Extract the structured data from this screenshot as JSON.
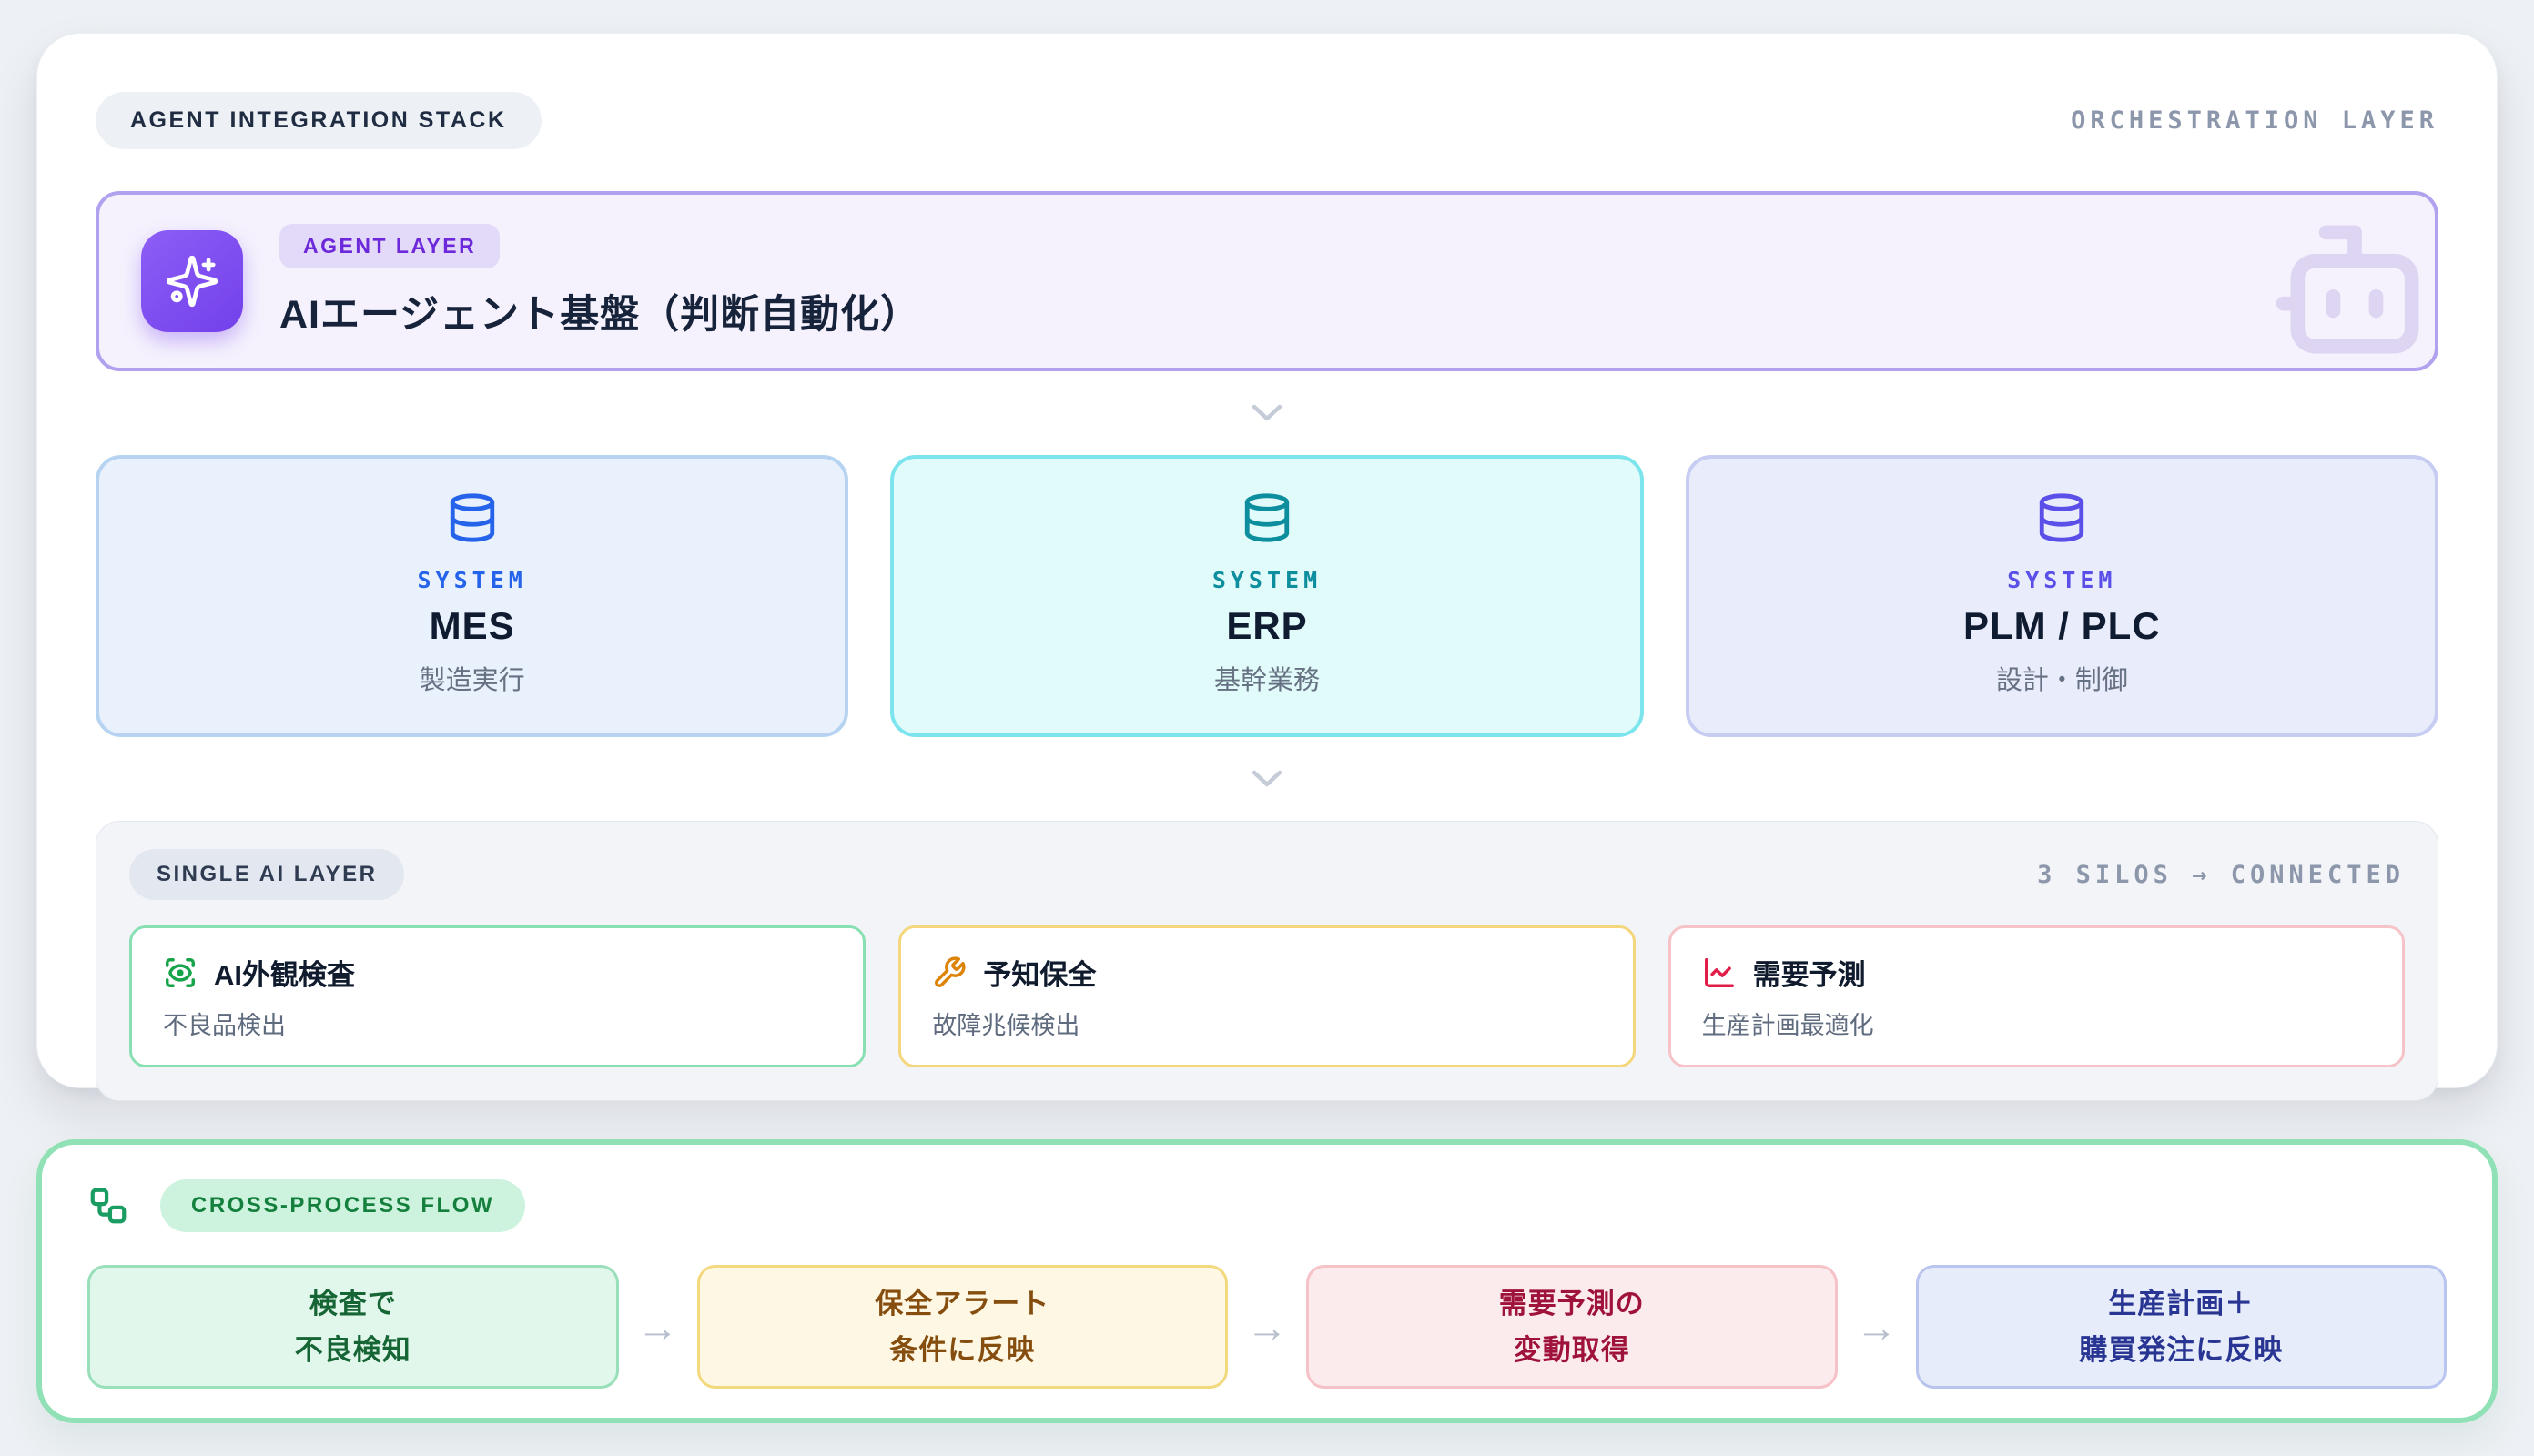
{
  "header": {
    "stack_badge": "AGENT INTEGRATION STACK",
    "orchestration_label": "ORCHESTRATION LAYER"
  },
  "agent_layer": {
    "badge": "AGENT LAYER",
    "title": "AIエージェント基盤（判断自動化）",
    "icon": "sparkles-icon",
    "watermark_icon": "robot-icon",
    "accent": "#7c4ff0",
    "bg": "#f5f2fd",
    "border": "#b2a1ee"
  },
  "systems": [
    {
      "label": "SYSTEM",
      "name": "MES",
      "subtitle": "製造実行",
      "icon": "database-icon",
      "accent": "#2563eb",
      "bg": "#e9f1fc",
      "border": "#b7d3f2"
    },
    {
      "label": "SYSTEM",
      "name": "ERP",
      "subtitle": "基幹業務",
      "icon": "database-icon",
      "accent": "#0c8e9f",
      "bg": "#e0fbf9",
      "border": "#7ce4ec"
    },
    {
      "label": "SYSTEM",
      "name": "PLM / PLC",
      "subtitle": "設計・制御",
      "icon": "database-icon",
      "accent": "#5a4fe8",
      "bg": "#e9ecfb",
      "border": "#c6ccf2"
    }
  ],
  "single_ai_layer": {
    "badge": "SINGLE AI LAYER",
    "status": "3 SILOS → CONNECTED",
    "cards": [
      {
        "title": "AI外観検査",
        "subtitle": "不良品検出",
        "icon": "scan-eye-icon",
        "accent": "#17a34a",
        "border": "#88e0b2"
      },
      {
        "title": "予知保全",
        "subtitle": "故障兆候検出",
        "icon": "wrench-icon",
        "accent": "#dd8408",
        "border": "#f4d77c"
      },
      {
        "title": "需要予測",
        "subtitle": "生産計画最適化",
        "icon": "line-chart-icon",
        "accent": "#e11d48",
        "border": "#f6c3c8"
      }
    ]
  },
  "cross_process": {
    "badge": "CROSS-PROCESS FLOW",
    "badge_icon": "workflow-icon",
    "container_border": "#90e2b6",
    "arrow": "→",
    "steps": [
      {
        "line1": "検査で",
        "line2": "不良検知",
        "bg": "#e2f7eb",
        "border": "#99dfba",
        "color": "#166534"
      },
      {
        "line1": "保全アラート",
        "line2": "条件に反映",
        "bg": "#fdf7e3",
        "border": "#f3d97e",
        "color": "#854d0e"
      },
      {
        "line1": "需要予測の",
        "line2": "変動取得",
        "bg": "#fcebed",
        "border": "#f5c2c7",
        "color": "#9f1239"
      },
      {
        "line1": "生産計画＋",
        "line2": "購買発注に反映",
        "bg": "#e7ecfa",
        "border": "#b9c4ef",
        "color": "#283593"
      }
    ]
  }
}
